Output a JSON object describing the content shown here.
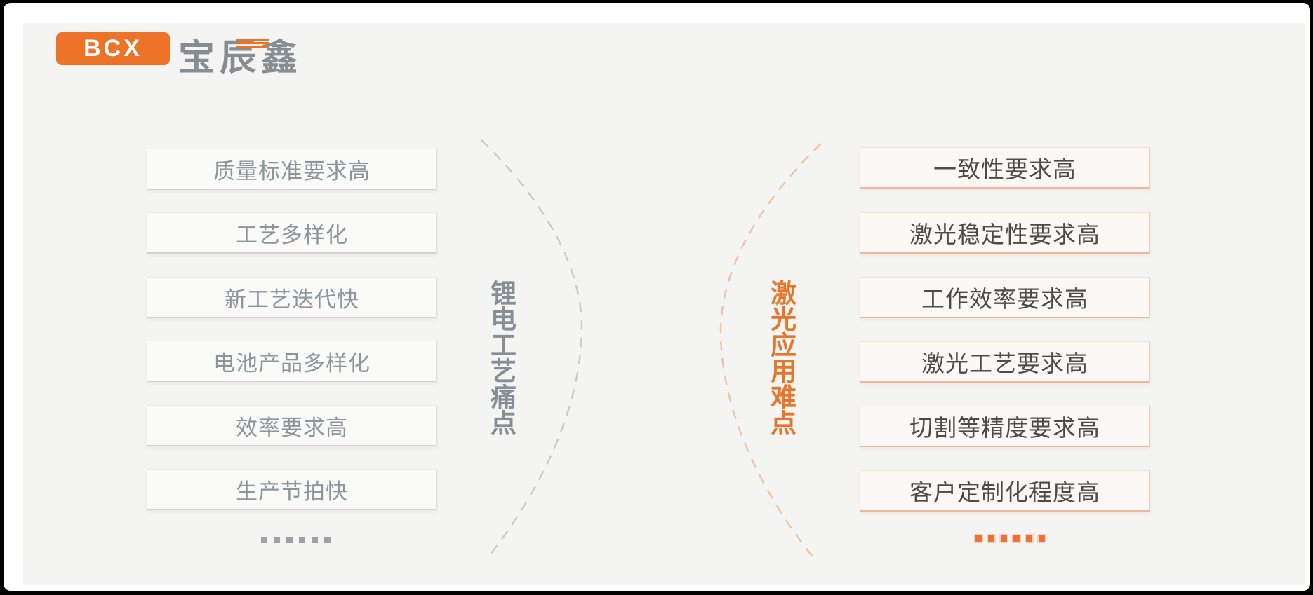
{
  "logo": {
    "badge_text": "BCX",
    "company_name": "宝辰鑫"
  },
  "left_group": {
    "title": "锂电工艺痛点",
    "items": [
      "质量标准要求高",
      "工艺多样化",
      "新工艺迭代快",
      "电池产品多样化",
      "效率要求高",
      "生产节拍快"
    ],
    "ellipsis": "......"
  },
  "right_group": {
    "title": "激光应用难点",
    "items": [
      "一致性要求高",
      "激光稳定性要求高",
      "工作效率要求高",
      "激光工艺要求高",
      "切割等精度要求高",
      "客户定制化程度高"
    ],
    "ellipsis": "......"
  },
  "colors": {
    "brand_orange": "#ed7328",
    "gray_text": "#8d949b",
    "dark_text": "#4e4a46",
    "label_gray": "#878e95",
    "label_orange": "#e8762a",
    "arc_gray": "#c9ccce",
    "arc_orange": "#f2c3a3",
    "panel_background": "#f4f4f3"
  }
}
